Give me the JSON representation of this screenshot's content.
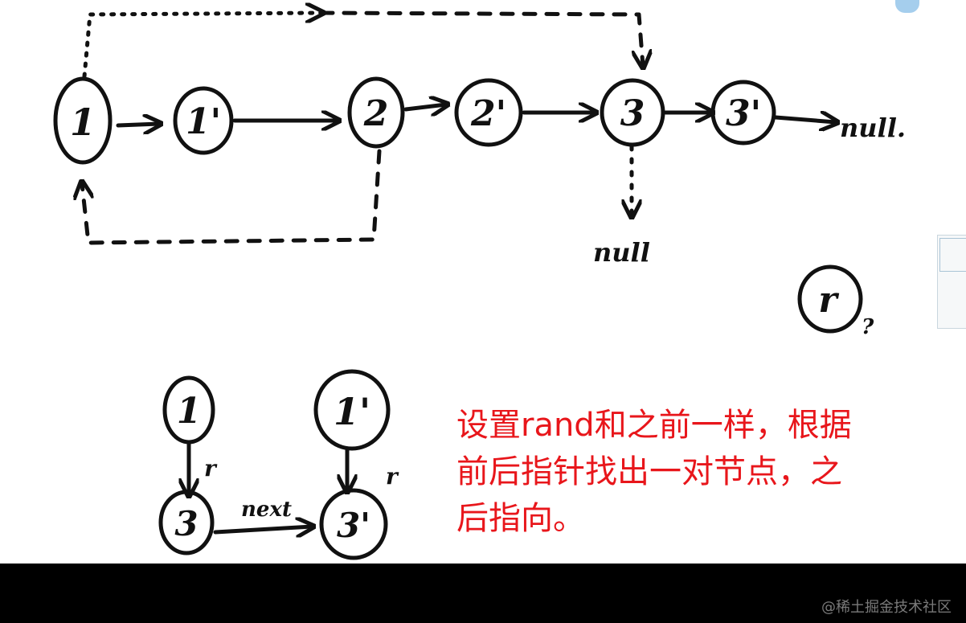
{
  "diagram": {
    "top_nodes": [
      "1",
      "1'",
      "2",
      "2'",
      "3",
      "3'"
    ],
    "null_labels": [
      "null.",
      "null"
    ],
    "rand_node": "r",
    "rand_question": "?",
    "bottom_nodes": [
      "1",
      "1'",
      "3",
      "3'"
    ],
    "rand_labels": [
      "r",
      "r"
    ],
    "next_label": "next"
  },
  "note": {
    "lines": [
      "设置rand和之前一样，根据",
      "前后指针找出一对节点，之",
      "后指向。"
    ],
    "color": "#e8161b"
  },
  "watermark": "@稀土掘金技术社区"
}
